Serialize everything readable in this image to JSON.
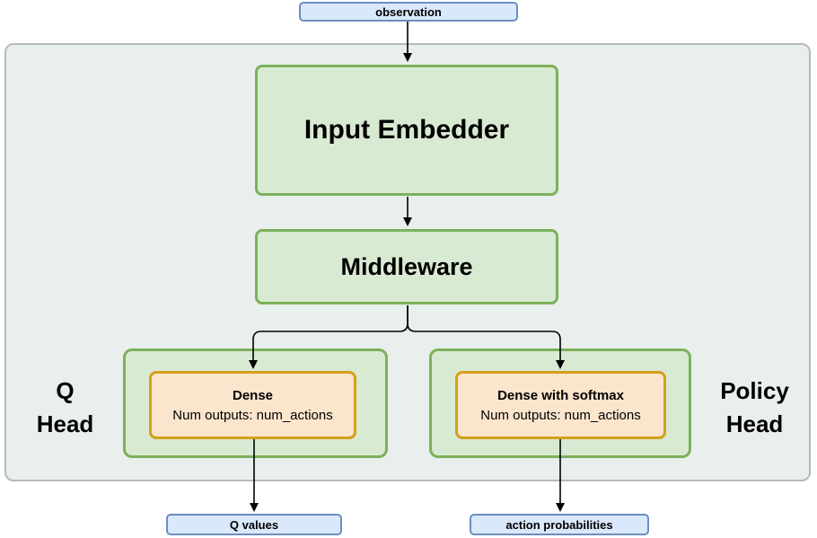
{
  "nodes": {
    "observation": {
      "label": "observation"
    },
    "input_embedder": {
      "label": "Input Embedder"
    },
    "middleware": {
      "label": "Middleware"
    },
    "q_head": {
      "label_line1": "Q",
      "label_line2": "Head"
    },
    "q_dense": {
      "title": "Dense",
      "subtitle": "Num outputs: num_actions"
    },
    "policy_head": {
      "label_line1": "Policy",
      "label_line2": "Head"
    },
    "policy_dense": {
      "title": "Dense with softmax",
      "subtitle": "Num outputs: num_actions"
    },
    "q_values": {
      "label": "Q values"
    },
    "action_probabilities": {
      "label": "action probabilities"
    }
  },
  "colors": {
    "blue_fill": "#dae8fc",
    "blue_border": "#6c8ebf",
    "green_fill": "#d9ead3",
    "green_border": "#7cb15a",
    "orange_fill": "#fce5cd",
    "orange_border": "#d4a017",
    "container_fill": "#e9efec",
    "container_border": "#b7bab8",
    "arrow": "#000000"
  }
}
